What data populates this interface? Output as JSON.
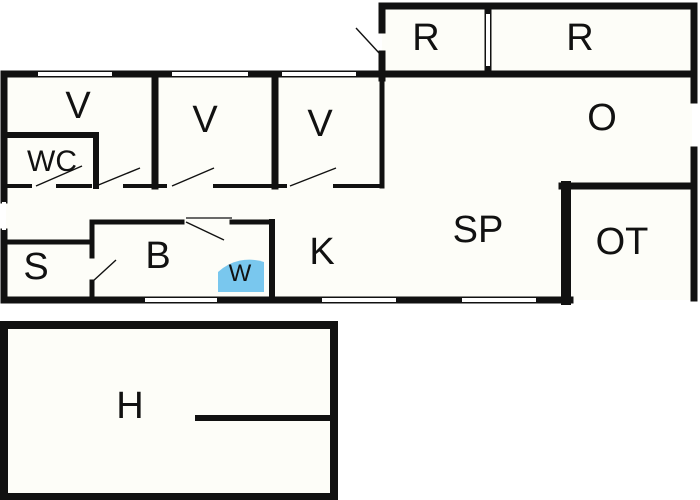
{
  "floorplan": {
    "colors": {
      "background": "#ffffff",
      "floor": "#fdfdf8",
      "wall": "#111111",
      "window": "#ffffff",
      "washer_fill": "#79c7ee"
    },
    "rooms": {
      "r1": "R",
      "r2": "R",
      "o": "O",
      "v1": "V",
      "v2": "V",
      "v3": "V",
      "wc": "WC",
      "sp": "SP",
      "k": "K",
      "b": "B",
      "w": "W",
      "s": "S",
      "ot": "OT",
      "h": "H"
    }
  }
}
